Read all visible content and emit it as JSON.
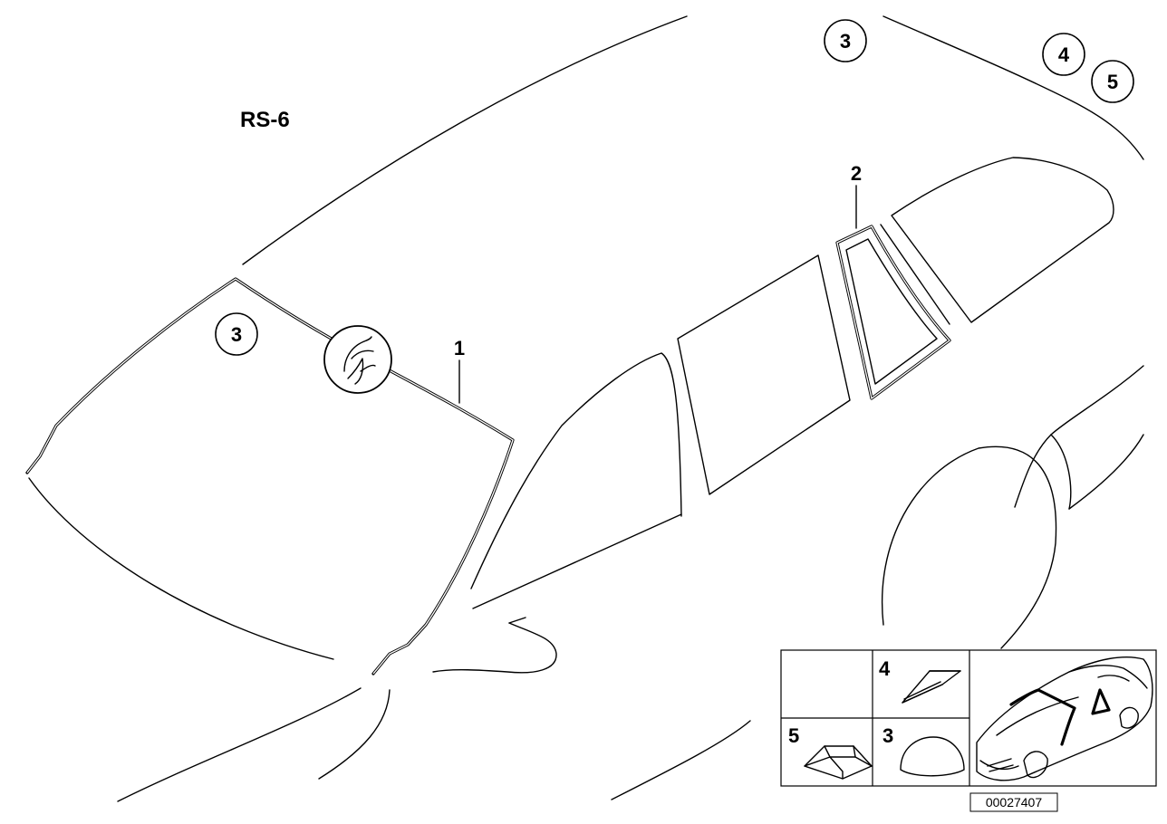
{
  "model_label": "RS-6",
  "callouts": {
    "windshield_area": "3",
    "roof_top": "3",
    "roof_right_a": "4",
    "roof_right_b": "5"
  },
  "parts": {
    "windshield_seal": "1",
    "quarter_window_seal": "2"
  },
  "legend": {
    "cell_4": "4",
    "cell_5": "5",
    "cell_3": "3"
  },
  "reference_number": "00027407",
  "icons": [
    "tool-hint-icon",
    "car-overview-icon"
  ]
}
